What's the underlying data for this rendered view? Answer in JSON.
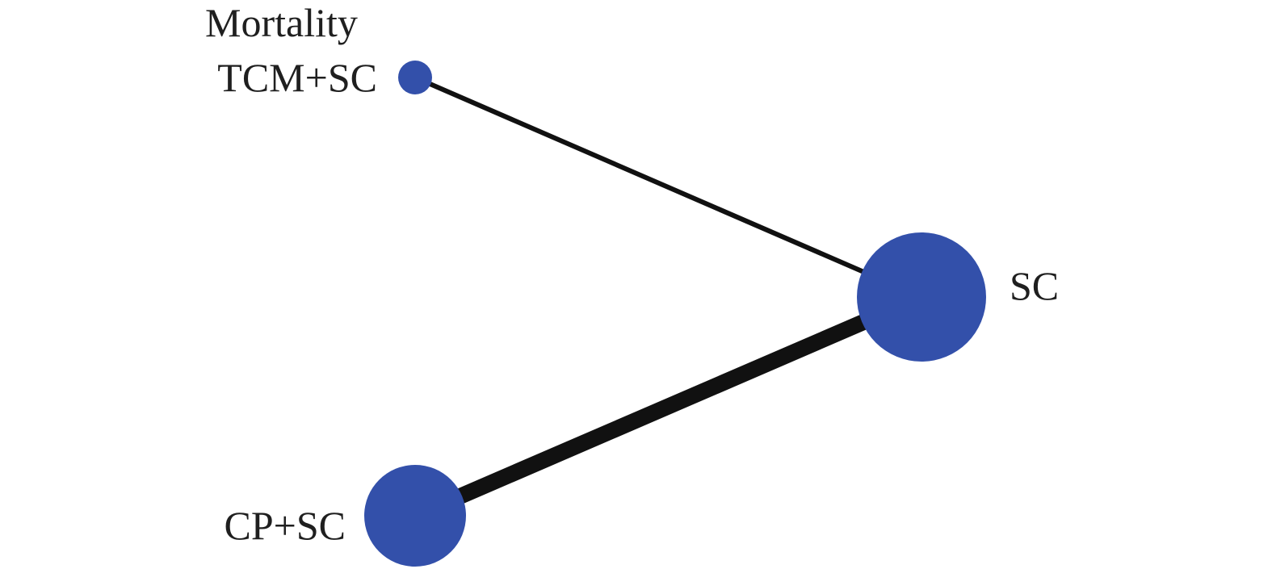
{
  "title": "Mortality",
  "colors": {
    "node": "#3350aa",
    "edge": "#111111",
    "text": "#1f1f1f",
    "background": "#ffffff"
  },
  "nodes": [
    {
      "id": "tcm_sc",
      "label": "TCM+SC",
      "relative_size": "small"
    },
    {
      "id": "sc",
      "label": "SC",
      "relative_size": "large"
    },
    {
      "id": "cp_sc",
      "label": "CP+SC",
      "relative_size": "medium"
    }
  ],
  "edges": [
    {
      "from": "tcm_sc",
      "to": "sc",
      "relative_weight": "thin"
    },
    {
      "from": "cp_sc",
      "to": "sc",
      "relative_weight": "thick"
    }
  ]
}
